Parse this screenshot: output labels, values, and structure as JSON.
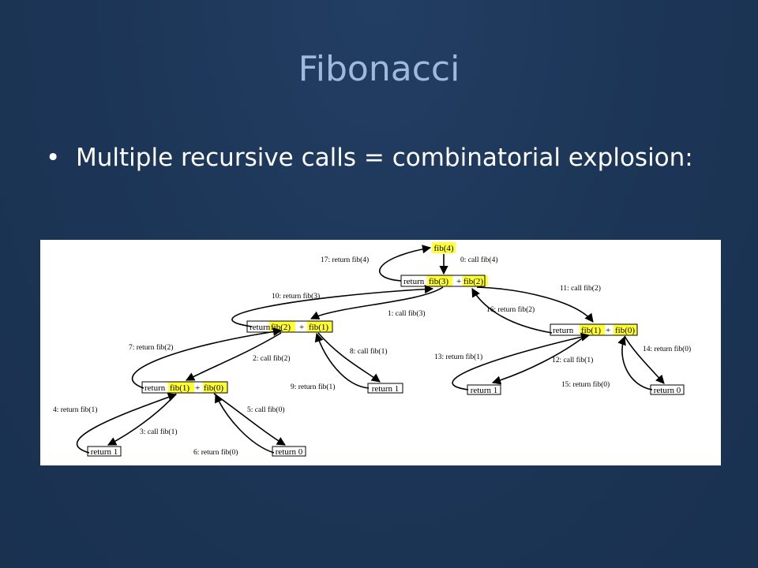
{
  "title": "Fibonacci",
  "bullet": {
    "marker": "•",
    "text": "Multiple recursive calls = combinatorial explosion:"
  },
  "diagram": {
    "highlight_color": "#ffff33",
    "nodes": {
      "root": "fib(4)",
      "n_top": {
        "return": "return",
        "left": "fib(3)",
        "plus": "+",
        "right": "fib(2)"
      },
      "n_l": {
        "return": "return",
        "left": "fib(2)",
        "plus": "+",
        "right": "fib(1)"
      },
      "n_r": {
        "return": "return",
        "left": "fib(1)",
        "plus": "+",
        "right": "fib(0)"
      },
      "n_ll": {
        "return": "return",
        "left": "fib(1)",
        "plus": "+",
        "right": "fib(0)"
      },
      "leaf_lr": "return 1",
      "leaf_rl": "return 1",
      "leaf_rr": "return 0",
      "leaf_lll": "return 1",
      "leaf_llr": "return 0"
    },
    "labels": {
      "s0": "0: call fib(4)",
      "s1": "1: call fib(3)",
      "s2": "2: call fib(2)",
      "s3": "3: call fib(1)",
      "s4": "4: return fib(1)",
      "s5": "5: call fib(0)",
      "s6": "6: return fib(0)",
      "s7": "7: return fib(2)",
      "s8": "8: call fib(1)",
      "s9": "9: return fib(1)",
      "s10": "10: return fib(3)",
      "s11": "11: call fib(2)",
      "s12": "12: call fib(1)",
      "s13": "13: return fib(1)",
      "s14": "14: return fib(0)",
      "s15": "15: return fib(0)",
      "s16": "16: return fib(2)",
      "s17": "17: return fib(4)"
    }
  }
}
